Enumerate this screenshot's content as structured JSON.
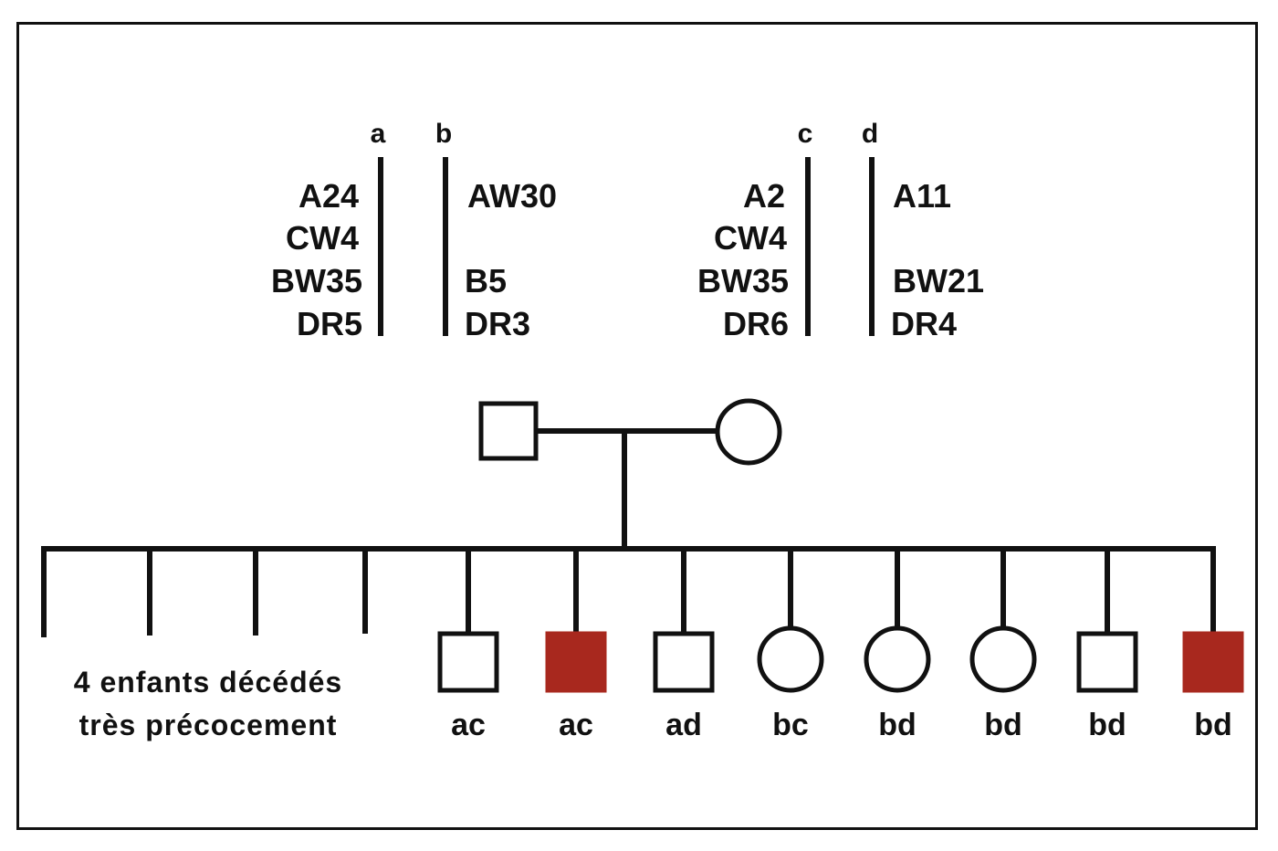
{
  "haplotypes": {
    "father": {
      "a": {
        "label": "a",
        "alleles": [
          "A24",
          "CW4",
          "BW35",
          "DR5"
        ]
      },
      "b": {
        "label": "b",
        "alleles": [
          "AW30",
          "",
          "B5",
          "DR3"
        ]
      }
    },
    "mother": {
      "c": {
        "label": "c",
        "alleles": [
          "A2",
          "CW4",
          "BW35",
          "DR6"
        ]
      },
      "d": {
        "label": "d",
        "alleles": [
          "A11",
          "",
          "BW21",
          "DR4"
        ]
      }
    }
  },
  "note": {
    "line1": "4 enfants décédés",
    "line2": "très précocement"
  },
  "children": [
    {
      "sex": "male",
      "affected": false,
      "label": "ac"
    },
    {
      "sex": "male",
      "affected": true,
      "label": "ac"
    },
    {
      "sex": "male",
      "affected": false,
      "label": "ad"
    },
    {
      "sex": "female",
      "affected": false,
      "label": "bc"
    },
    {
      "sex": "female",
      "affected": false,
      "label": "bd"
    },
    {
      "sex": "female",
      "affected": false,
      "label": "bd"
    },
    {
      "sex": "male",
      "affected": false,
      "label": "bd"
    },
    {
      "sex": "male",
      "affected": true,
      "label": "bd"
    }
  ],
  "colors": {
    "affected": "#a8281e",
    "line": "#111111"
  }
}
